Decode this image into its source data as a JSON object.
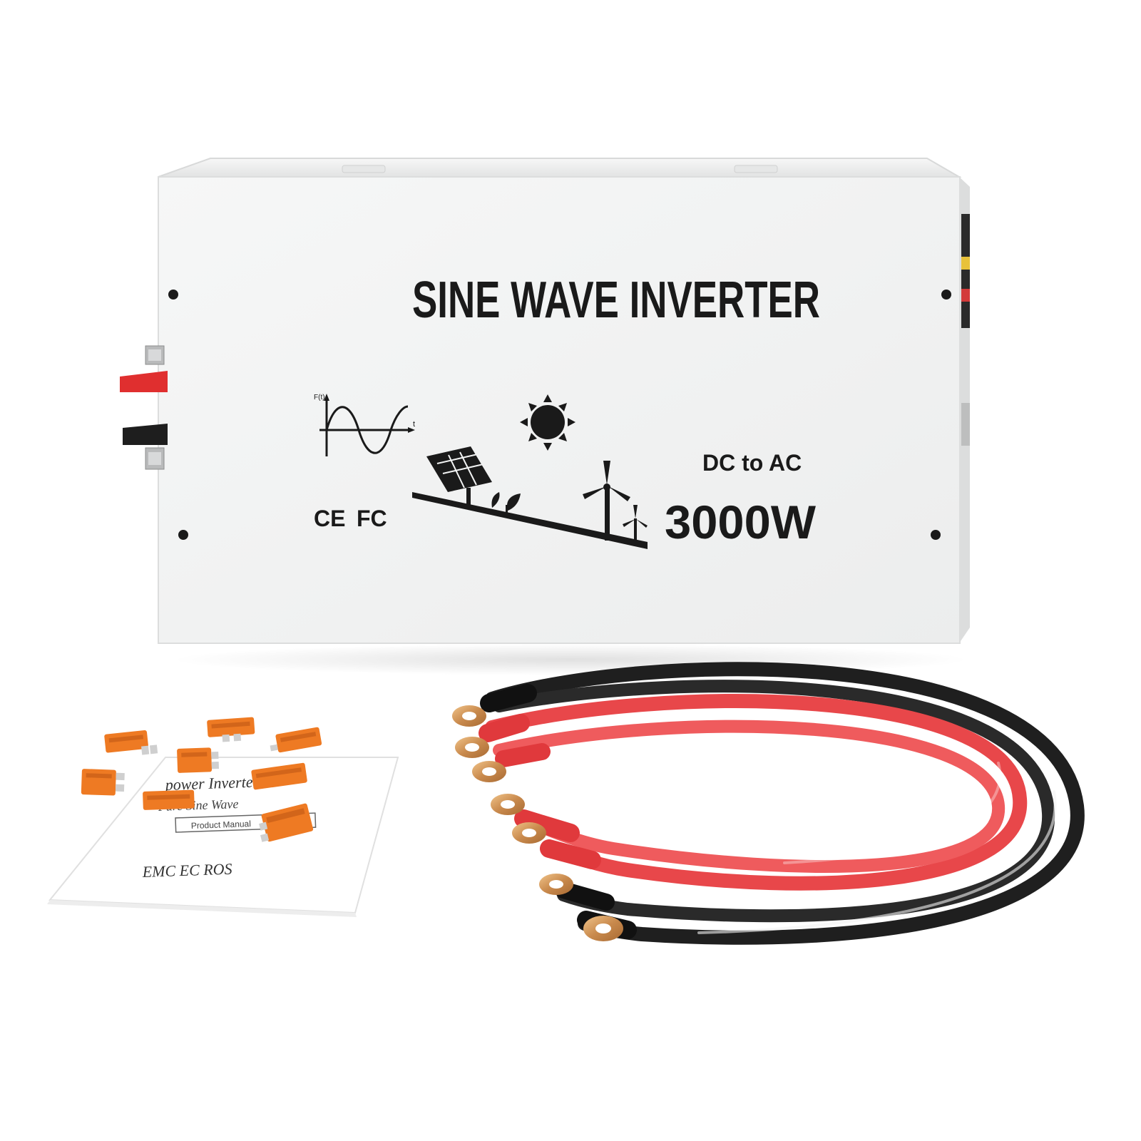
{
  "product": {
    "title": "SINE WAVE INVERTER",
    "subtitle": "DC to AC",
    "wattage": "3000W",
    "cert_ce": "CE",
    "cert_fc": "FC",
    "wave_axis_y": "F(t)",
    "wave_axis_x": "t"
  },
  "manual": {
    "line1": "power Inverter",
    "line2": "Pure Sine Wave",
    "label": "Product Manual",
    "certs": "EMC  EC ROS"
  },
  "icons": {
    "wave": "sine-wave-icon",
    "sun": "sun-icon",
    "solar": "solar-panel-icon",
    "wind": "wind-turbine-icon",
    "plant": "plant-icon"
  },
  "colors": {
    "case": "#f2f3f3",
    "ink": "#1a1a1a",
    "red_cable": "#e8474a",
    "black_cable": "#1f1f1f",
    "copper": "#d49a5a",
    "fuse": "#ee7a23"
  }
}
